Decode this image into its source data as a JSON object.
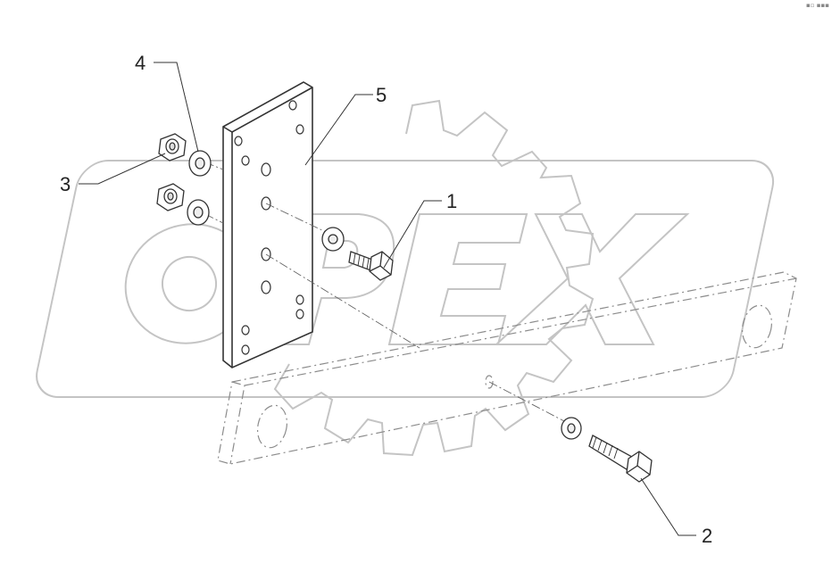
{
  "watermark": {
    "text": "OPEX",
    "color": "#c8c8c8"
  },
  "callouts": [
    {
      "id": "1",
      "label": "1"
    },
    {
      "id": "2",
      "label": "2"
    },
    {
      "id": "3",
      "label": "3"
    },
    {
      "id": "4",
      "label": "4"
    },
    {
      "id": "5",
      "label": "5"
    }
  ],
  "corner_mark": "▪▫ ▪▪▪",
  "colors": {
    "line": "#333333",
    "part_fill": "#ffffff",
    "bar": "#9a9a9a"
  }
}
